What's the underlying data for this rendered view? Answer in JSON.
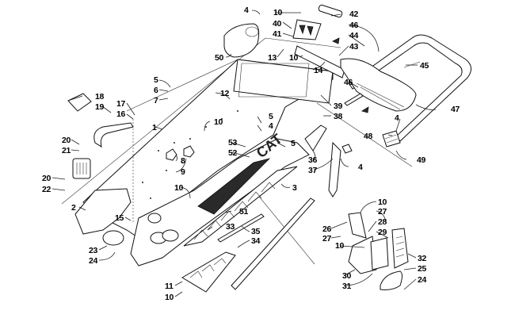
{
  "diagram": {
    "type": "exploded-parts-diagram",
    "subject": "snowmobile chassis / tunnel assembly",
    "callouts": [
      {
        "id": "c4a",
        "label": "4"
      },
      {
        "id": "c50",
        "label": "50"
      },
      {
        "id": "c10a",
        "label": "10"
      },
      {
        "id": "c40",
        "label": "40"
      },
      {
        "id": "c41",
        "label": "41"
      },
      {
        "id": "c42",
        "label": "42"
      },
      {
        "id": "c46a",
        "label": "46"
      },
      {
        "id": "c44",
        "label": "44"
      },
      {
        "id": "c43",
        "label": "43"
      },
      {
        "id": "c13",
        "label": "13"
      },
      {
        "id": "c10b",
        "label": "10"
      },
      {
        "id": "c14",
        "label": "14"
      },
      {
        "id": "c45",
        "label": "45"
      },
      {
        "id": "c46b",
        "label": "46"
      },
      {
        "id": "c39",
        "label": "39"
      },
      {
        "id": "c38",
        "label": "38"
      },
      {
        "id": "c47",
        "label": "47"
      },
      {
        "id": "c5a",
        "label": "5"
      },
      {
        "id": "c6",
        "label": "6"
      },
      {
        "id": "c7",
        "label": "7"
      },
      {
        "id": "c12",
        "label": "12"
      },
      {
        "id": "c18",
        "label": "18"
      },
      {
        "id": "c19",
        "label": "19"
      },
      {
        "id": "c17",
        "label": "17"
      },
      {
        "id": "c16",
        "label": "16"
      },
      {
        "id": "c1",
        "label": "1"
      },
      {
        "id": "c10c",
        "label": "10"
      },
      {
        "id": "c5b",
        "label": "5"
      },
      {
        "id": "c4b",
        "label": "4"
      },
      {
        "id": "c53",
        "label": "53"
      },
      {
        "id": "c52",
        "label": "52"
      },
      {
        "id": "c5c",
        "label": "5"
      },
      {
        "id": "c36",
        "label": "36"
      },
      {
        "id": "c37",
        "label": "37"
      },
      {
        "id": "c4c",
        "label": "4"
      },
      {
        "id": "c4d",
        "label": "4"
      },
      {
        "id": "c48",
        "label": "48"
      },
      {
        "id": "c49",
        "label": "49"
      },
      {
        "id": "c8",
        "label": "8"
      },
      {
        "id": "c9",
        "label": "9"
      },
      {
        "id": "c20a",
        "label": "20"
      },
      {
        "id": "c21",
        "label": "21"
      },
      {
        "id": "c20b",
        "label": "20"
      },
      {
        "id": "c22",
        "label": "22"
      },
      {
        "id": "c2",
        "label": "2"
      },
      {
        "id": "c10d",
        "label": "10"
      },
      {
        "id": "c15",
        "label": "15"
      },
      {
        "id": "c3",
        "label": "3"
      },
      {
        "id": "c51",
        "label": "51"
      },
      {
        "id": "c33",
        "label": "33"
      },
      {
        "id": "c35",
        "label": "35"
      },
      {
        "id": "c34",
        "label": "34"
      },
      {
        "id": "c23",
        "label": "23"
      },
      {
        "id": "c24a",
        "label": "24"
      },
      {
        "id": "c11",
        "label": "11"
      },
      {
        "id": "c10e",
        "label": "10"
      },
      {
        "id": "c10f",
        "label": "10"
      },
      {
        "id": "c27a",
        "label": "27"
      },
      {
        "id": "c26",
        "label": "26"
      },
      {
        "id": "c28",
        "label": "28"
      },
      {
        "id": "c27b",
        "label": "27"
      },
      {
        "id": "c29",
        "label": "29"
      },
      {
        "id": "c10g",
        "label": "10"
      },
      {
        "id": "c32",
        "label": "32"
      },
      {
        "id": "c25",
        "label": "25"
      },
      {
        "id": "c30",
        "label": "30"
      },
      {
        "id": "c24b",
        "label": "24"
      },
      {
        "id": "c31",
        "label": "31"
      }
    ]
  }
}
